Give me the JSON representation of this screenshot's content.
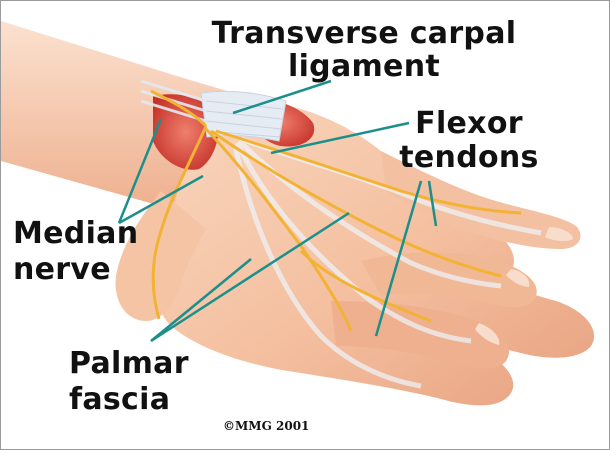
{
  "labels": {
    "transverse_carpal": [
      "Transverse carpal",
      "ligament"
    ],
    "flexor_tendons": [
      "Flexor",
      "tendons"
    ],
    "median_nerve": [
      "Median",
      "nerve"
    ],
    "palmar_fascia": [
      "Palmar",
      "fascia"
    ]
  },
  "credit": "©MMG 2001",
  "colors": {
    "skin": "#f6c6a6",
    "skin_shadow": "#e59f7e",
    "muscle": "#d8453a",
    "ligament": "#e9eef5",
    "tendon": "#eef2f6",
    "nerve": "#f2b233",
    "pointer": "#1b8f8c"
  }
}
